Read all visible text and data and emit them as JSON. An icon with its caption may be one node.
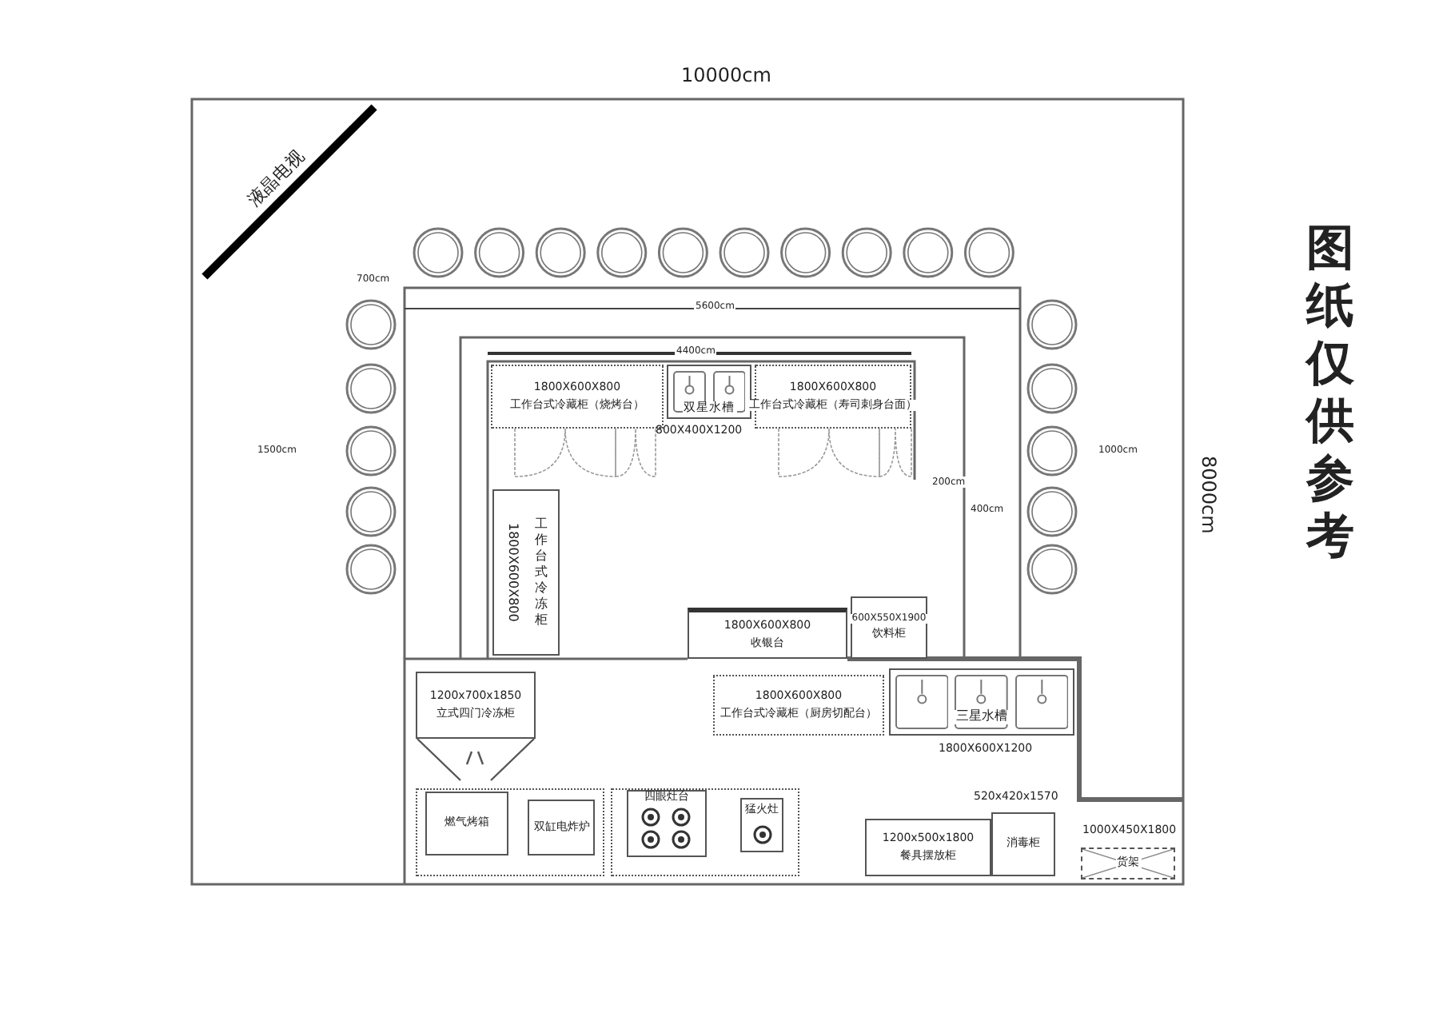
{
  "diagram": {
    "nodes": [
      {
        "text": [
          "液晶电视"
        ]
      },
      {
        "text": [
          "1800X600X800",
          "工作台式冷藏柜（烧烤台）"
        ]
      },
      {
        "text": [
          "双星水槽"
        ],
        "beside": [
          "800X400X1200"
        ]
      },
      {
        "text": [
          "1800X600X800",
          "工作台式冷藏柜（寿司刺身台面）"
        ]
      },
      {
        "text": [
          "工作台式冷冻柜",
          "1800X600X800"
        ]
      },
      {
        "text": [
          "1800X600X800",
          "收银台"
        ]
      },
      {
        "text": [
          "600X550X1900",
          "饮料柜"
        ]
      },
      {
        "text": [
          "1200x700x1850",
          "立式四门冷冻柜"
        ]
      },
      {
        "text": [
          "1800X600X800",
          "工作台式冷藏柜（厨房切配台）"
        ]
      },
      {
        "text": [
          "三星水槽"
        ],
        "beside": [
          "1800X600X1200"
        ]
      },
      {
        "text": [],
        "shape": "box"
      },
      {
        "text": [
          "燃气烤箱"
        ],
        "in": 10
      },
      {
        "text": [
          "双缸电炸炉"
        ],
        "in": 10
      },
      {
        "text": [],
        "shape": "box"
      },
      {
        "text": [
          "四眼灶台"
        ],
        "in": 13
      },
      {
        "text": [
          "猛火灶"
        ],
        "in": 13
      },
      {
        "text": [
          "1200x500x1800",
          "餐具摆放柜"
        ]
      },
      {
        "text": [
          "消毒柜"
        ],
        "beside": [
          "520x420x1570"
        ]
      },
      {
        "text": [
          "货架"
        ],
        "beside": [
          "1000X450X1800"
        ]
      }
    ],
    "labels": [
      "10000cm",
      "700cm",
      "5600cm",
      "4400cm",
      "1500cm",
      "1000cm",
      "200cm",
      "400cm",
      "8000cm",
      "图纸仅供参考"
    ]
  }
}
